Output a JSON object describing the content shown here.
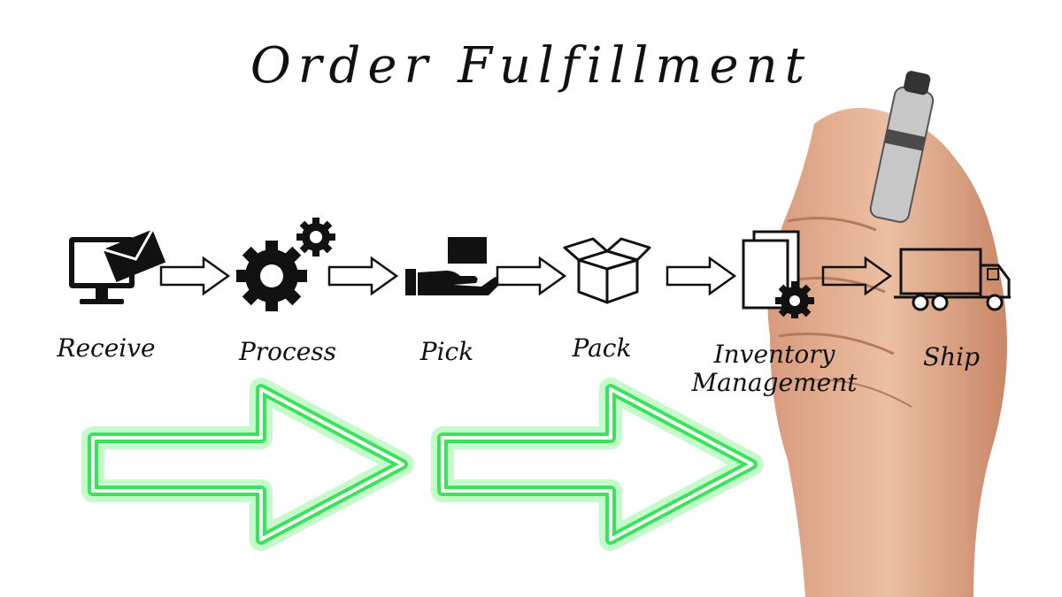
{
  "title": "Order Fulfillment",
  "steps": [
    {
      "label": "Receive",
      "icon": "computer-mail-icon"
    },
    {
      "label": "Process",
      "icon": "gears-icon"
    },
    {
      "label": "Pick",
      "icon": "hand-box-icon"
    },
    {
      "label": "Pack",
      "icon": "open-box-icon"
    },
    {
      "label": "Inventory Management",
      "icon": "documents-gear-icon"
    },
    {
      "label": "Ship",
      "icon": "truck-icon"
    }
  ],
  "colors": {
    "ink": "#111111",
    "neon": "#39e35a",
    "skin": "#e0a98a"
  }
}
